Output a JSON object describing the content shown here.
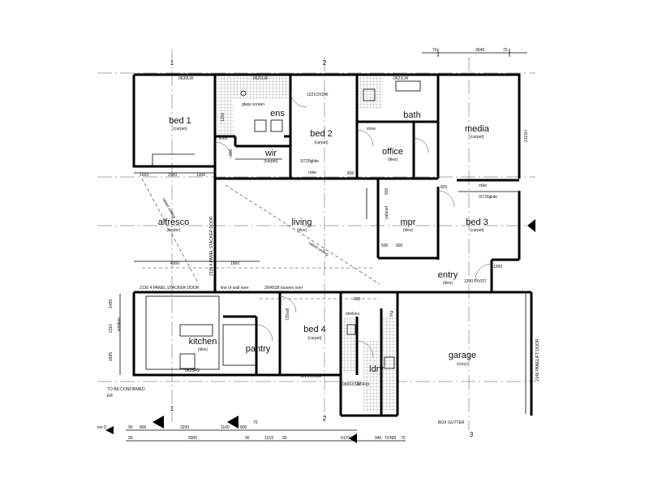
{
  "rooms": {
    "bed1": {
      "name": "bed 1",
      "finish": "(carpet)"
    },
    "ens": {
      "name": "ens",
      "finish": ""
    },
    "bed2": {
      "name": "bed 2",
      "finish": "(carpet)"
    },
    "bath": {
      "name": "bath",
      "finish": ""
    },
    "media": {
      "name": "media",
      "finish": "(carpet)"
    },
    "wir": {
      "name": "wir",
      "finish": "(carpet)"
    },
    "office": {
      "name": "office",
      "finish": "(tiles)"
    },
    "alfresco": {
      "name": "alfresco",
      "finish": "(timber)"
    },
    "living": {
      "name": "living",
      "finish": "(tiles)"
    },
    "mpr": {
      "name": "mpr",
      "finish": "(tiles)"
    },
    "bed3": {
      "name": "bed 3",
      "finish": "(carpet)"
    },
    "entry": {
      "name": "entry",
      "finish": "(tiles)"
    },
    "kitchen": {
      "name": "kitchen",
      "finish": "(tiles)"
    },
    "pantry": {
      "name": "pantry",
      "finish": ""
    },
    "bed4": {
      "name": "bed 4",
      "finish": "(carpet)"
    },
    "ldry": {
      "name": "ldry",
      "finish": ""
    },
    "garage": {
      "name": "garage",
      "finish": "(conc)"
    }
  },
  "grid_labels": [
    "1",
    "2",
    "3"
  ],
  "top_dims": {
    "d70a": "70",
    "d3640": "3640",
    "d70b": "70"
  },
  "window_labels": {
    "w1": "0630LW",
    "w2": "0621LW",
    "w3": "0621LW",
    "w4": "1221OXSW",
    "w5": "2121H",
    "w6": "3/720glide",
    "w7": "3/720glide",
    "w8": "0625FG",
    "w9": "1221OXSW",
    "w10": "0906XSW",
    "w11": "2/0416",
    "w12": "3/0451B louvres over",
    "w13": "2136 4 PANEL STACKER DOOR",
    "w14": "2148 PANELIFT DOOR"
  },
  "notes": {
    "glass_screen": "glass screen",
    "linen": "linen",
    "robe1": "robe",
    "robe2": "robe",
    "store": "store",
    "shelves": "shelves",
    "line_wall": "line of wall over",
    "raked": "raked ceiling",
    "to_be_confirmed": "TO BE CONFIRMED",
    "er": "ER",
    "box_gutter": "BOX GUTTER",
    "stacker_side": "2136 4 PANEL STACKER DOOR",
    "pivot": "1200 PIVOT",
    "window": "window",
    "wall_tiles": "720sdf",
    "cabinet": "cabinet",
    "frig": "frig"
  },
  "dims": {
    "d1000a": "1000",
    "d2000": "2000",
    "d1000b": "1000",
    "d4000": "4000",
    "d1900": "1900",
    "d820a": "820",
    "d820b": "820",
    "d820c": "820",
    "d1200a": "1200",
    "d900a": "900",
    "d900b": "900",
    "d500": "500",
    "d900c": "900",
    "d1200b": "1200",
    "b90a": "90",
    "b800": "800",
    "b3200": "3200",
    "b1100": "1100",
    "b800b": "800",
    "b70": "70",
    "c90": "90",
    "c5900": "5900",
    "c90b": "90",
    "c1215": "1215",
    "c90c": "90",
    "c4170": "4170",
    "c940": "940",
    "c70": "70",
    "c490": "490",
    "c70b": "70",
    "l1485": "1485",
    "l2110": "2110",
    "l1695": "1695",
    "ion": "ion D"
  }
}
